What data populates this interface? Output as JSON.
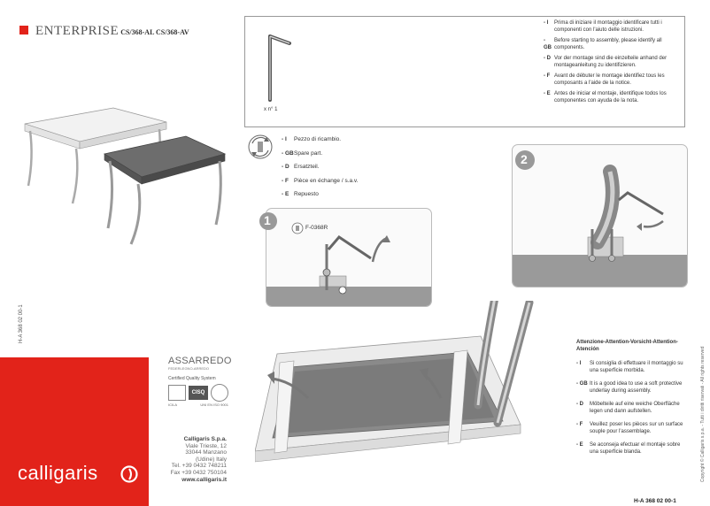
{
  "header": {
    "title": "ENTERPRISE",
    "codes": "CS/368-AL CS/368-AV"
  },
  "intro": {
    "quantity": "x n° 1",
    "languages": [
      {
        "code": "- I",
        "text": "Prima di iniziare il montaggio identificare tutti i componenti con l'aiuto delle istruzioni."
      },
      {
        "code": "- GB",
        "text": "Before starting to assembly, please identify all components."
      },
      {
        "code": "- D",
        "text": "Vor der montage  sind die einzelteile anhand der montageanleitung zu identifizieren."
      },
      {
        "code": "- F",
        "text": "Avant de débuter le montage identifiez tous les composants a l'aide de la notice."
      },
      {
        "code": "- E",
        "text": "Antes de iniciar el montaje, identifique todos los componentes con ayuda de la nota."
      }
    ]
  },
  "spare_part": [
    {
      "code": "- I",
      "text": "Pezzo di ricambio."
    },
    {
      "code": "- GB",
      "text": "Spare part."
    },
    {
      "code": "- D",
      "text": "Ersatzteil."
    },
    {
      "code": "- F",
      "text": "Pièce en échange / s.a.v."
    },
    {
      "code": "- E",
      "text": "Repuesto"
    }
  ],
  "steps": {
    "step1": {
      "number": "1",
      "part_code": "F-0368R"
    },
    "step2": {
      "number": "2"
    }
  },
  "attention": {
    "title": "Attenzione-Attention-Vorsicht-Attention-Atención",
    "items": [
      {
        "code": "- I",
        "text": "Si consiglia di effettuare il montaggio su una superficie morbida."
      },
      {
        "code": "- GB",
        "text": "It is a good idea to use a soft protective underlay during assembly."
      },
      {
        "code": "- D",
        "text": "Möbelteile auf eine weiche Oberfläche legen und dann aufstellen."
      },
      {
        "code": "- F",
        "text": "Veuillez poser les pièces sur un surface souple pour l'assemblage."
      },
      {
        "code": "- E",
        "text": "Se aconseja efectuar el montaje sobre una superficie blanda."
      }
    ]
  },
  "side_code": "H-A 368 02 00-1",
  "copyright": "Copyright © Calligaris s.p.a. - Tutti i diritti riservati - All rights reserved",
  "brand": "calligaris",
  "certifications": {
    "assarredo": "ASSARREDO",
    "federlegno": "FEDERLEGNO-ARREDO",
    "quality": "Certified Quality System",
    "cisq": "CISQ",
    "icila": "ICILA",
    "iso": "UNI EN ISO 9001"
  },
  "company": {
    "name": "Calligaris S.p.a.",
    "street": "Viale Trieste, 12",
    "city": "33044 Manzano",
    "region": "(Udine) Italy",
    "tel": "Tel. +39 0432 748211",
    "fax": "Fax +39 0432 750104",
    "web": "www.calligaris.it"
  },
  "footer_code": "H-A 368 02 00-1",
  "colors": {
    "brand_red": "#e2231a"
  }
}
